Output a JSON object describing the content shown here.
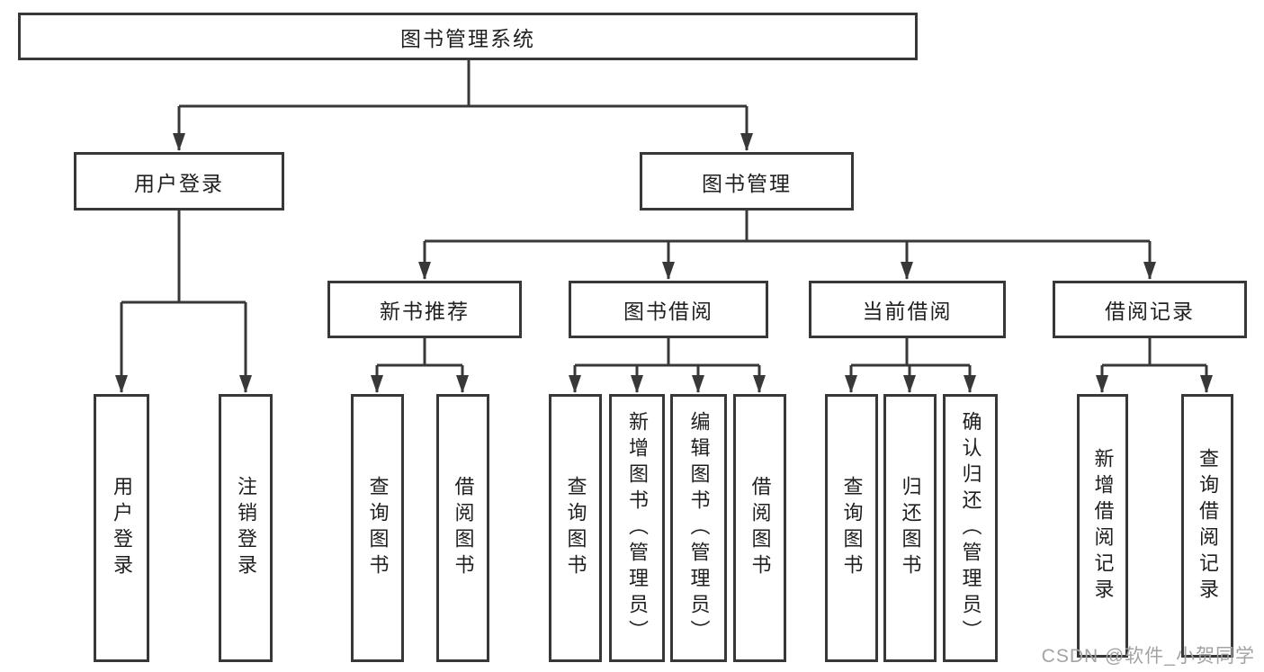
{
  "root": {
    "label": "图书管理系统"
  },
  "branches": [
    {
      "label": "用户登录",
      "children": [
        {
          "label": "用户登录"
        },
        {
          "label": "注销登录"
        }
      ]
    },
    {
      "label": "图书管理",
      "children": [
        {
          "label": "新书推荐",
          "children": [
            {
              "label": "查询图书"
            },
            {
              "label": "借阅图书"
            }
          ]
        },
        {
          "label": "图书借阅",
          "children": [
            {
              "label": "查询图书"
            },
            {
              "label": "新增图书（管理员）"
            },
            {
              "label": "编辑图书（管理员）"
            },
            {
              "label": "借阅图书"
            }
          ]
        },
        {
          "label": "当前借阅",
          "children": [
            {
              "label": "查询图书"
            },
            {
              "label": "归还图书"
            },
            {
              "label": "确认归还（管理员）"
            }
          ]
        },
        {
          "label": "借阅记录",
          "children": [
            {
              "label": "新增借阅记录"
            },
            {
              "label": "查询借阅记录"
            }
          ]
        }
      ]
    }
  ],
  "watermark": {
    "text": "CSDN @软件_小贺同学"
  },
  "colors": {
    "line": "#383838",
    "text": "#1f1f1f",
    "watermark": "#a3a3a3",
    "background": "#ffffff"
  }
}
